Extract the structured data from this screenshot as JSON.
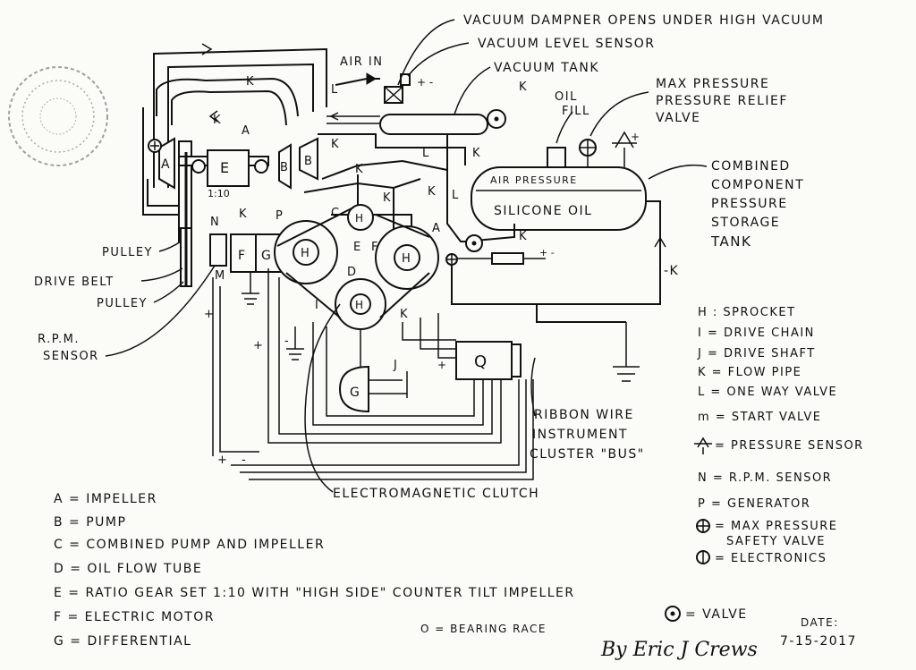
{
  "top_labels": {
    "vacuum_dampner": "VACUUM DAMPNER OPENS UNDER HIGH VACUUM",
    "vacuum_level_sensor": "VACUUM LEVEL SENSOR",
    "vacuum_tank": "VACUUM TANK",
    "air_in": "AIR IN",
    "max_pressure": "MAX PRESSURE",
    "pressure_relief": "PRESSURE RELIEF",
    "valve": "VALVE",
    "oil": "OIL",
    "fill": "FILL"
  },
  "tank": {
    "air_pressure": "AIR PRESSURE",
    "silicone_oil": "SILICONE OIL",
    "caption": [
      "COMBINED",
      "COMPONENT",
      "PRESSURE",
      "STORAGE",
      "TANK"
    ]
  },
  "side_labels": {
    "pulley_top": "PULLEY",
    "drive_belt": "DRIVE BELT",
    "pulley_bottom": "PULLEY",
    "rpm_sensor_1": "R.P.M.",
    "rpm_sensor_2": "SENSOR",
    "ribbon_1": "RIBBON WIRE",
    "ribbon_2": "INSTRUMENT",
    "ribbon_3": "CLUSTER \"BUS\"",
    "clutch": "ELECTROMAGNETIC CLUTCH",
    "minus_k": "-K"
  },
  "component_letters": {
    "A": "A",
    "B": "B",
    "C": "C",
    "D": "D",
    "E": "E",
    "F": "F",
    "G": "G",
    "H": "H",
    "I": "I",
    "J": "J",
    "K": "K",
    "L": "L",
    "M": "M",
    "N": "N",
    "P": "P",
    "Q": "Q",
    "ratio": "1:10"
  },
  "legend_left": [
    "A = IMPELLER",
    "B = PUMP",
    "C = COMBINED  PUMP AND IMPELLER",
    "D = OIL FLOW TUBE",
    "E = RATIO GEAR SET 1:10 WITH \"HIGH SIDE\" COUNTER TILT IMPELLER",
    "F = ELECTRIC MOTOR",
    "G = DIFFERENTIAL"
  ],
  "legend_right": [
    "H : SPROCKET",
    "I = DRIVE CHAIN",
    "J = DRIVE SHAFT",
    "K = FLOW PIPE",
    "L = ONE WAY VALVE",
    "m = START VALVE",
    "= PRESSURE SENSOR",
    "N = R.P.M. SENSOR",
    "P = GENERATOR",
    "= MAX PRESSURE",
    "SAFETY VALVE",
    "= ELECTRONICS"
  ],
  "bearing_race": "O = BEARING RACE",
  "valve_legend": "= VALVE",
  "signature": "By Eric J Crews",
  "date_label": "DATE:",
  "date_value": "7-15-2017"
}
